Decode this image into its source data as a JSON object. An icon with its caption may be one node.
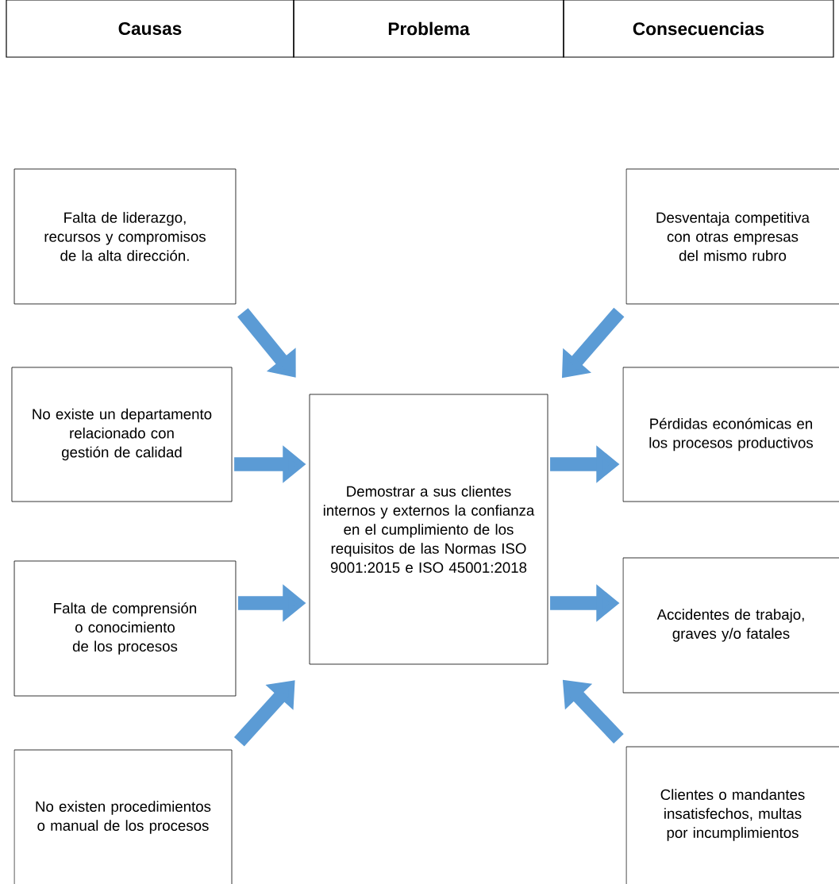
{
  "diagram": {
    "nodes": [
      {
        "text": [
          "Falta de liderazgo, recursos y compromisos de la alta dirección."
        ]
      },
      {
        "text": [
          "No existe un departamento relacionado con gestión de calidad"
        ]
      },
      {
        "text": [
          "Falta de comprensión o conocimiento de los procesos"
        ]
      },
      {
        "text": [
          "No existen procedimientos o manual de los procesos"
        ]
      },
      {
        "text": [
          "Demostrar a sus clientes internos y externos la confianza en el cumplimiento de los requisitos de las Normas ISO 9001:2015 e ISO 45001:2018"
        ]
      },
      {
        "text": [
          "Desventaja competitiva con otras empresas del mismo rubro"
        ]
      },
      {
        "text": [
          "Pérdidas económicas en los procesos productivos"
        ]
      },
      {
        "text": [
          "Accidentes de trabajo, graves y/o fatales"
        ]
      },
      {
        "text": [
          "Clientes o mandantes insatisfechos, multas por incumplimientos"
        ]
      }
    ],
    "edges": [
      {
        "from": 0,
        "to": 4,
        "arrow": "to"
      },
      {
        "from": 1,
        "to": 4,
        "arrow": "to"
      },
      {
        "from": 2,
        "to": 4,
        "arrow": "to"
      },
      {
        "from": 3,
        "to": 4,
        "arrow": "to"
      },
      {
        "from": 5,
        "to": 4,
        "arrow": "to"
      },
      {
        "from": 4,
        "to": 6,
        "arrow": "to"
      },
      {
        "from": 4,
        "to": 7,
        "arrow": "to"
      },
      {
        "from": 8,
        "to": 4,
        "arrow": "to"
      }
    ],
    "labels": [
      "Causas",
      "Problema",
      "Consecuencias"
    ]
  }
}
